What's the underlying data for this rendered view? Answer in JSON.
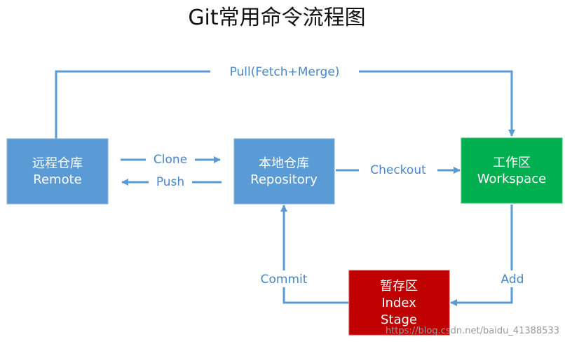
{
  "title": "Git常用命令流程图",
  "colors": {
    "arrow": "#5b9bd5",
    "label": "#4a86c8",
    "node_blue": "#5b9bd5",
    "node_green": "#00b050",
    "node_red": "#c00000"
  },
  "nodes": {
    "remote": {
      "line1": "远程仓库",
      "line2": "Remote"
    },
    "repository": {
      "line1": "本地仓库",
      "line2": "Repository"
    },
    "workspace": {
      "line1": "工作区",
      "line2": "Workspace"
    },
    "stage": {
      "line1": "暂存区",
      "line2": "Index",
      "line3": "Stage"
    }
  },
  "edges": {
    "pull": {
      "label": "Pull(Fetch+Merge)",
      "from": "remote",
      "to": "workspace"
    },
    "clone": {
      "label": "Clone",
      "from": "remote",
      "to": "repository"
    },
    "push": {
      "label": "Push",
      "from": "repository",
      "to": "remote"
    },
    "checkout": {
      "label": "Checkout",
      "from": "repository",
      "to": "workspace"
    },
    "add": {
      "label": "Add",
      "from": "workspace",
      "to": "stage"
    },
    "commit": {
      "label": "Commit",
      "from": "stage",
      "to": "repository"
    }
  },
  "watermark": "https://blog.csdn.net/baidu_41388533"
}
